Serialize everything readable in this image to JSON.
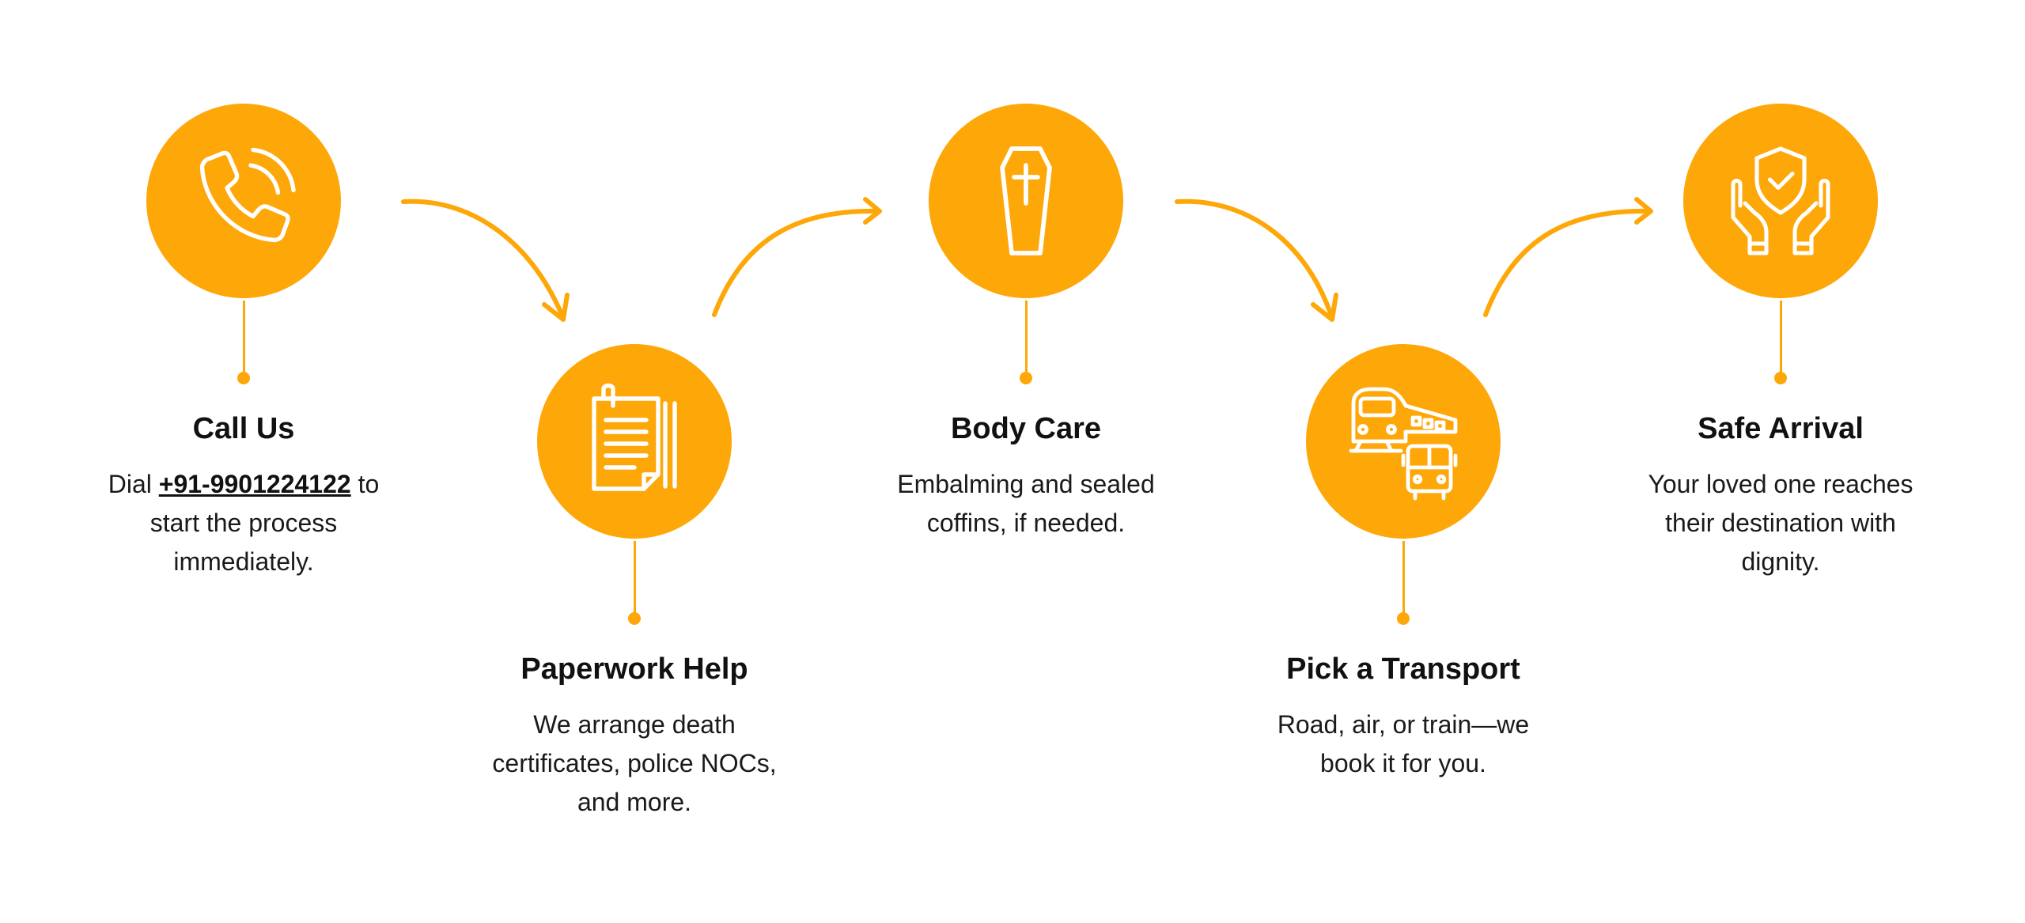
{
  "colors": {
    "accent": "#fea708",
    "text": "#111111"
  },
  "steps": [
    {
      "icon": "phone-icon",
      "title": "Call Us",
      "desc_prefix": "Dial",
      "phone": "+91-9901224122",
      "desc_suffix": "to start the process immediately."
    },
    {
      "icon": "documents-icon",
      "title": "Paperwork Help",
      "desc": "We arrange death certificates, police NOCs, and more."
    },
    {
      "icon": "coffin-icon",
      "title": "Body Care",
      "desc": "Embalming and sealed coffins, if needed."
    },
    {
      "icon": "train-bus-icon",
      "title": "Pick a Transport",
      "desc": "Road, air, or train—we book it for you."
    },
    {
      "icon": "shield-hands-icon",
      "title": "Safe Arrival",
      "desc": "Your loved one reaches their destination with dignity."
    }
  ]
}
